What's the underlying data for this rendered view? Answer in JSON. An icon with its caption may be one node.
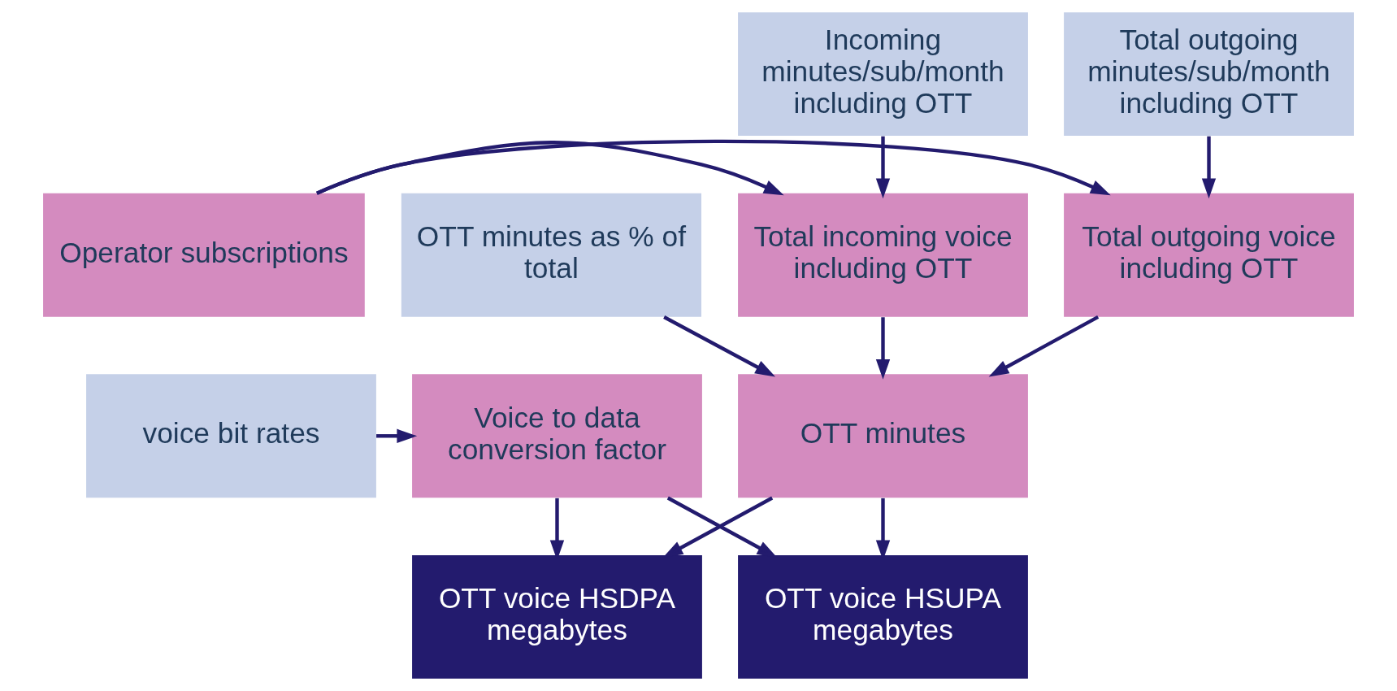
{
  "diagram": {
    "nodes": [
      {
        "text": [
          "Incoming minutes/sub/month including OTT"
        ]
      },
      {
        "text": [
          "Total outgoing minutes/sub/month including OTT"
        ]
      },
      {
        "text": [
          "OTT minutes as % of total"
        ]
      },
      {
        "text": [
          "Total incoming voice including OTT"
        ]
      },
      {
        "text": [
          "Operator subscriptions"
        ]
      },
      {
        "text": [
          "Total outgoing voice including OTT"
        ]
      },
      {
        "text": [
          "OTT minutes"
        ]
      },
      {
        "text": [
          "Voice to data conversion factor"
        ]
      },
      {
        "text": [
          "voice bit rates"
        ]
      },
      {
        "text": [
          "OTT voice HSDPA megabytes"
        ]
      },
      {
        "text": [
          "OTT voice HSUPA megabytes"
        ]
      }
    ],
    "edges": [
      {
        "from": 0,
        "to": 3,
        "arrow": "to"
      },
      {
        "from": 1,
        "to": 5,
        "arrow": "to"
      },
      {
        "from": 4,
        "to": 3,
        "arrow": "to"
      },
      {
        "from": 4,
        "to": 5,
        "arrow": "to"
      },
      {
        "from": 2,
        "to": 6,
        "arrow": "to"
      },
      {
        "from": 3,
        "to": 6,
        "arrow": "to"
      },
      {
        "from": 5,
        "to": 6,
        "arrow": "to"
      },
      {
        "from": 8,
        "to": 7,
        "arrow": "to"
      },
      {
        "from": 6,
        "to": 9,
        "arrow": "to"
      },
      {
        "from": 6,
        "to": 10,
        "arrow": "to"
      },
      {
        "from": 7,
        "to": 9,
        "arrow": "to"
      },
      {
        "from": 7,
        "to": 10,
        "arrow": "to"
      }
    ]
  }
}
